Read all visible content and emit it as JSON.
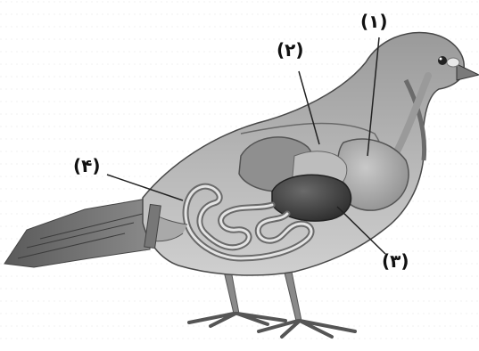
{
  "labels": {
    "label_1": "(۱)",
    "label_2": "(۲)",
    "label_3": "(۳)",
    "label_4": "(۴)"
  }
}
